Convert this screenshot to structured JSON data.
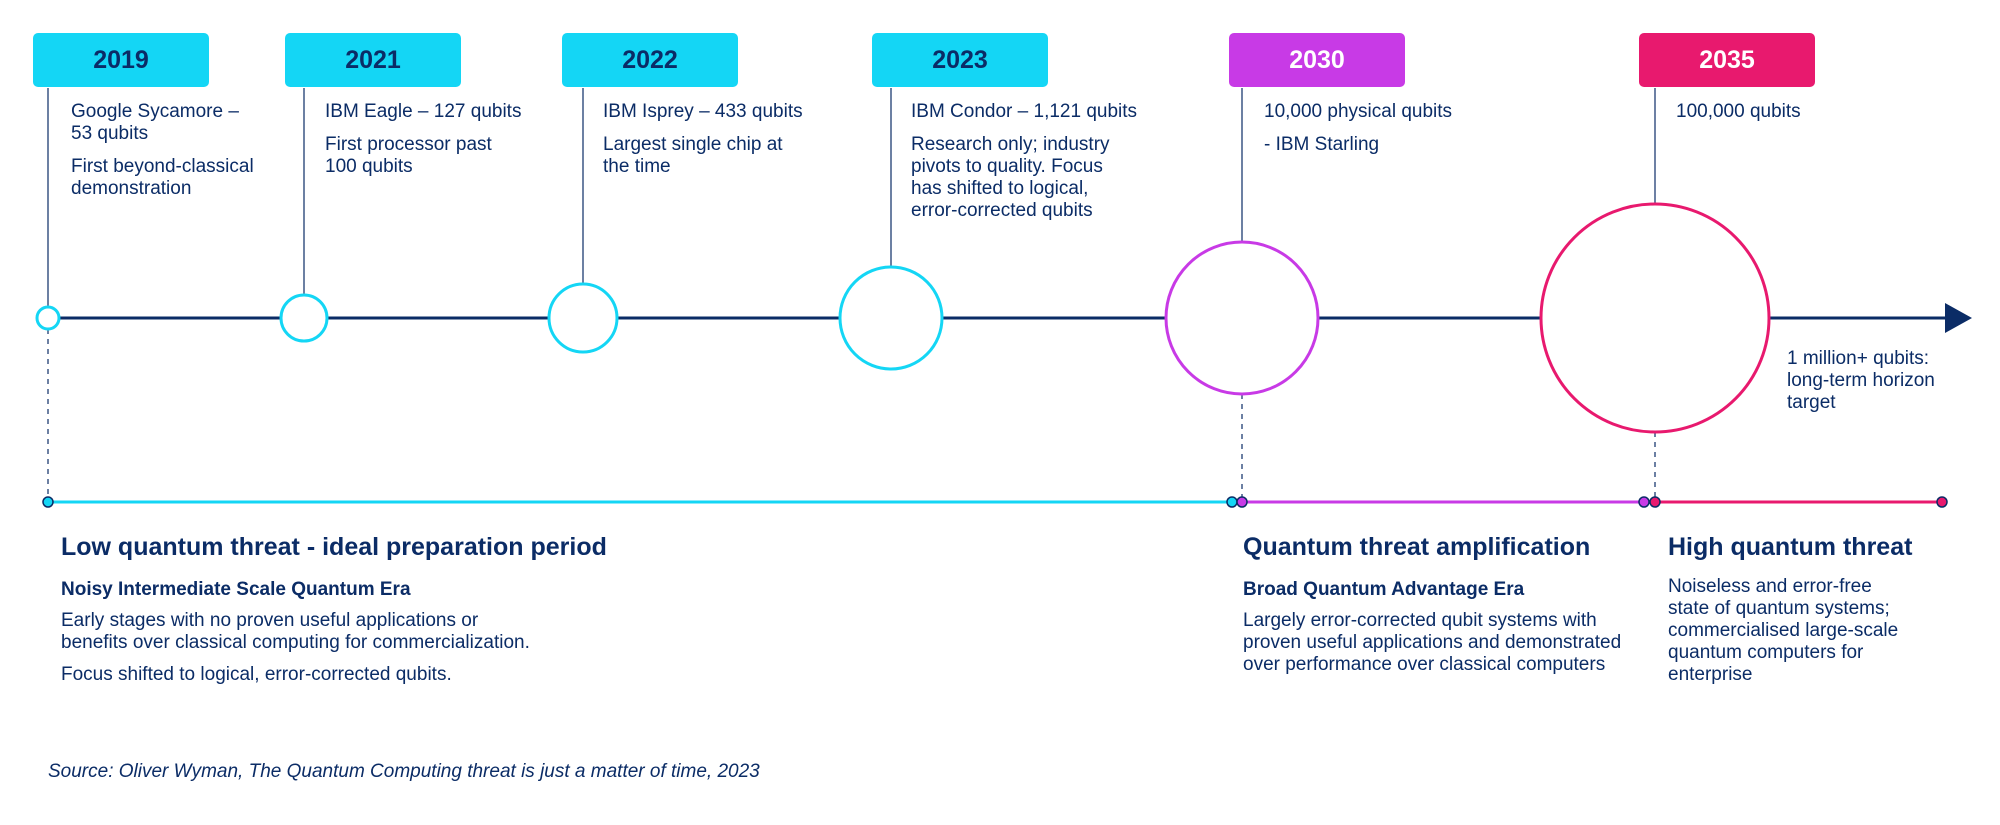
{
  "colors": {
    "navy": "#0b2c66",
    "cyan": "#14d6f5",
    "purple": "#c83ae6",
    "pink": "#e8196e"
  },
  "milestones": [
    {
      "year": "2019",
      "lines": [
        "Google Sycamore –\n53 qubits",
        "First beyond-classical\ndemonstration"
      ]
    },
    {
      "year": "2021",
      "lines": [
        "IBM Eagle – 127 qubits",
        "First processor past\n100 qubits"
      ]
    },
    {
      "year": "2022",
      "lines": [
        "IBM Isprey – 433 qubits",
        "Largest single chip at\nthe time"
      ]
    },
    {
      "year": "2023",
      "lines": [
        "IBM Condor – 1,121 qubits",
        "Research only; industry\npivots to quality. Focus\nhas shifted to logical,\nerror-corrected qubits"
      ]
    },
    {
      "year": "2030",
      "lines": [
        "10,000 physical qubits",
        "- IBM Starling"
      ]
    },
    {
      "year": "2035",
      "lines": [
        "100,000  qubits"
      ]
    }
  ],
  "horizon_note": "1 million+ qubits:\nlong-term horizon\ntarget",
  "eras": [
    {
      "title": "Low quantum threat - ideal preparation period",
      "subtitle": "Noisy Intermediate Scale Quantum Era",
      "paragraphs": [
        "Early stages with no proven useful applications or\nbenefits over classical computing for commercialization.",
        "Focus shifted to logical, error-corrected qubits."
      ]
    },
    {
      "title": "Quantum threat amplification",
      "subtitle": "Broad Quantum Advantage Era",
      "paragraphs": [
        "Largely error-corrected qubit systems with\nproven useful applications and demonstrated\nover performance over classical computers"
      ]
    },
    {
      "title": "High quantum threat",
      "subtitle": "",
      "paragraphs": [
        "Noiseless and error-free\nstate of quantum systems;\ncommercialised large-scale\nquantum computers for\nenterprise"
      ]
    }
  ],
  "source": "Source: Oliver Wyman, The Quantum Computing threat is just a matter of time, 2023"
}
